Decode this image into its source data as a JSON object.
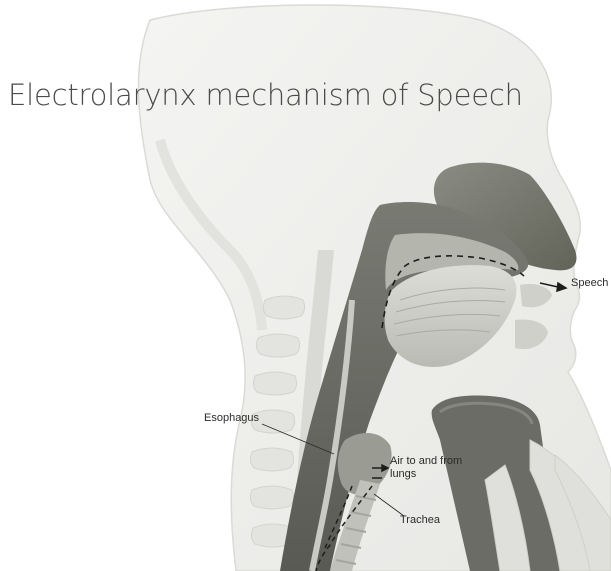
{
  "title": "Electrolarynx mechanism of Speech",
  "labels": {
    "speech": "Speech",
    "esophagus": "Esophagus",
    "air": "Air to and from lungs",
    "trachea": "Trachea"
  },
  "colors": {
    "head_fill": "#ebebe9",
    "head_outline": "#d6d6d2",
    "tissue_dark": "#5d5f58",
    "tissue_mid": "#8b8d86",
    "tissue_light": "#d7d8d3",
    "airway": "#c9cbc4",
    "device": "#6b6d66",
    "arrow": "#1d1d1d"
  }
}
